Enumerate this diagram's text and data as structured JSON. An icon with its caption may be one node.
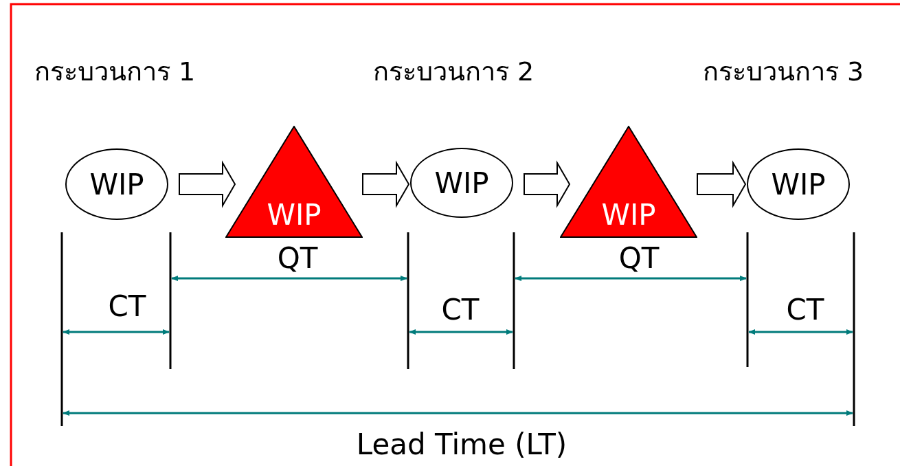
{
  "diagram": {
    "nodes": [
      {
        "text": [
          "WIP"
        ],
        "beside": [
          "กระบวนการ 1"
        ]
      },
      {
        "text": [
          "WIP"
        ]
      },
      {
        "text": [
          "WIP"
        ],
        "beside": [
          "กระบวนการ 2"
        ]
      },
      {
        "text": [
          "WIP"
        ]
      },
      {
        "text": [
          "WIP"
        ],
        "beside": [
          "กระบวนการ 3"
        ]
      }
    ],
    "edges": [
      {
        "from": 0,
        "to": 1,
        "arrow": "to"
      },
      {
        "from": 1,
        "to": 2,
        "arrow": "to"
      },
      {
        "from": 2,
        "to": 3,
        "arrow": "to"
      },
      {
        "from": 3,
        "to": 4,
        "arrow": "to"
      }
    ],
    "labels": [
      "QT",
      "QT",
      "CT",
      "CT",
      "CT",
      "Lead Time (LT)"
    ]
  }
}
